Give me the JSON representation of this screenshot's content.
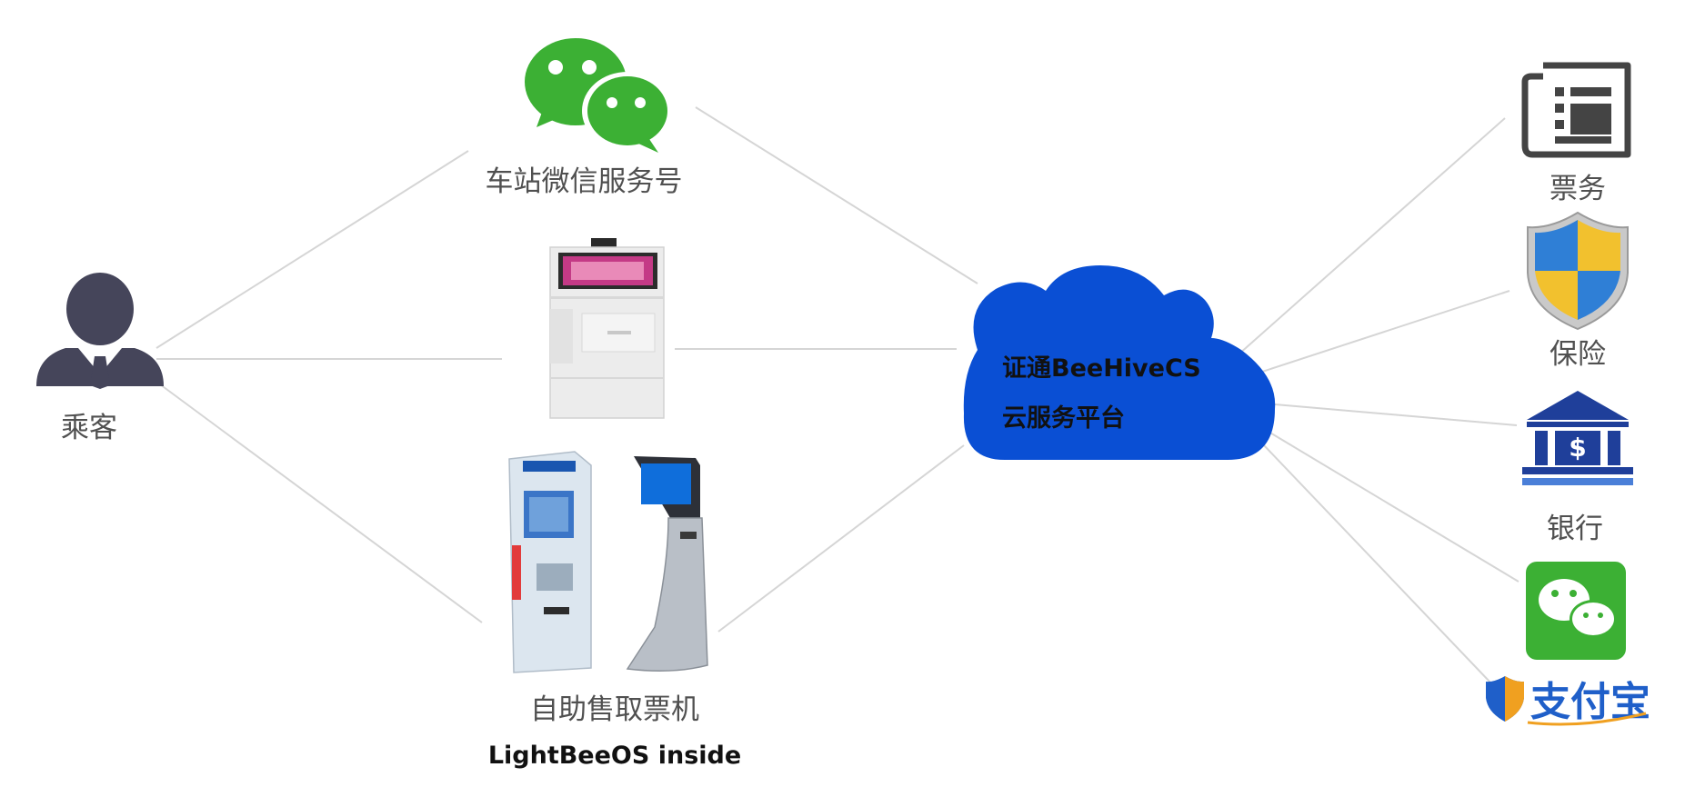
{
  "labels": {
    "passenger": "乘客",
    "wechat_service": "车站微信服务号",
    "kiosk": "自助售取票机",
    "kiosk_sub": "LightBeeOS inside",
    "cloud_line1": "证通BeeHiveCS",
    "cloud_line2": "云服务平台",
    "ticketing": "票务",
    "insurance": "保险",
    "bank": "银行",
    "alipay": "支付宝"
  },
  "colors": {
    "cloud": "#0a4fd4",
    "wechat_green": "#3cb034",
    "bank_blue": "#1f3f9a",
    "line": "#d5d5d5",
    "label": "#505050"
  }
}
